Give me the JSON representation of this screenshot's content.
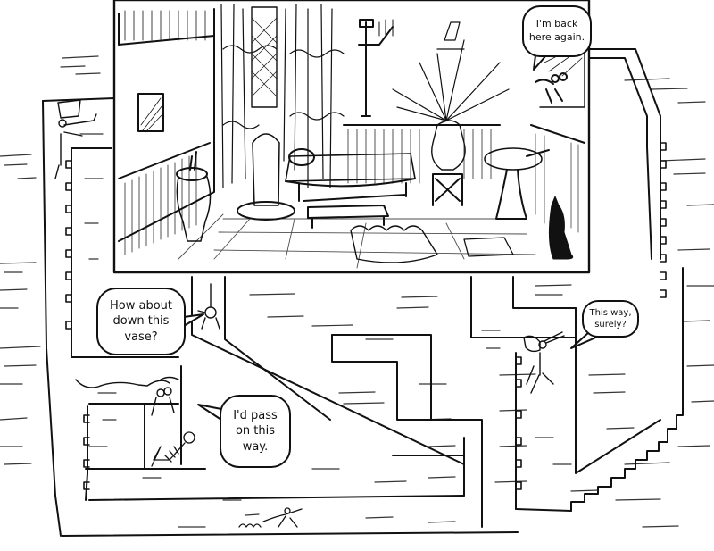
{
  "illustration": {
    "style": "black-and-white ink line drawing, maze puzzle",
    "colors": {
      "ink": "#111111",
      "paper": "#ffffff"
    },
    "room": {
      "description": "Ancient Egyptian-style room interior with curtains, palm plant in vase, daybed couch, round table, stool, vase, mat and seated black cat",
      "items": [
        "curtains",
        "lattice-window",
        "palm-plant-vase",
        "daybed",
        "footstool",
        "side-stool",
        "round-table",
        "tall-vase",
        "floor-mat",
        "black-cat",
        "wall-hieroglyph-figure"
      ]
    },
    "characters": [
      {
        "name": "crocodile-with-headdress",
        "location": "top-left ledge"
      },
      {
        "name": "peeking-creature",
        "location": "top-right window"
      },
      {
        "name": "small-climber",
        "location": "vase shaft below room"
      },
      {
        "name": "lizard-on-ledge",
        "location": "lower-left pit"
      },
      {
        "name": "skeleton",
        "location": "lower-left pit"
      },
      {
        "name": "horned-creature",
        "location": "right corridor"
      },
      {
        "name": "running-lizard",
        "location": "bottom corridor"
      }
    ]
  },
  "bubbles": [
    {
      "id": "b1",
      "speaker": "peeking-creature",
      "lines": [
        "I'm back",
        "here again."
      ]
    },
    {
      "id": "b2",
      "speaker": "small-climber",
      "lines": [
        "How about",
        "down this",
        "vase?"
      ]
    },
    {
      "id": "b3",
      "speaker": "lizard-on-ledge",
      "lines": [
        "I'd pass",
        "on this",
        "way."
      ]
    },
    {
      "id": "b4",
      "speaker": "horned-creature",
      "lines": [
        "This way,",
        "surely?"
      ]
    }
  ]
}
